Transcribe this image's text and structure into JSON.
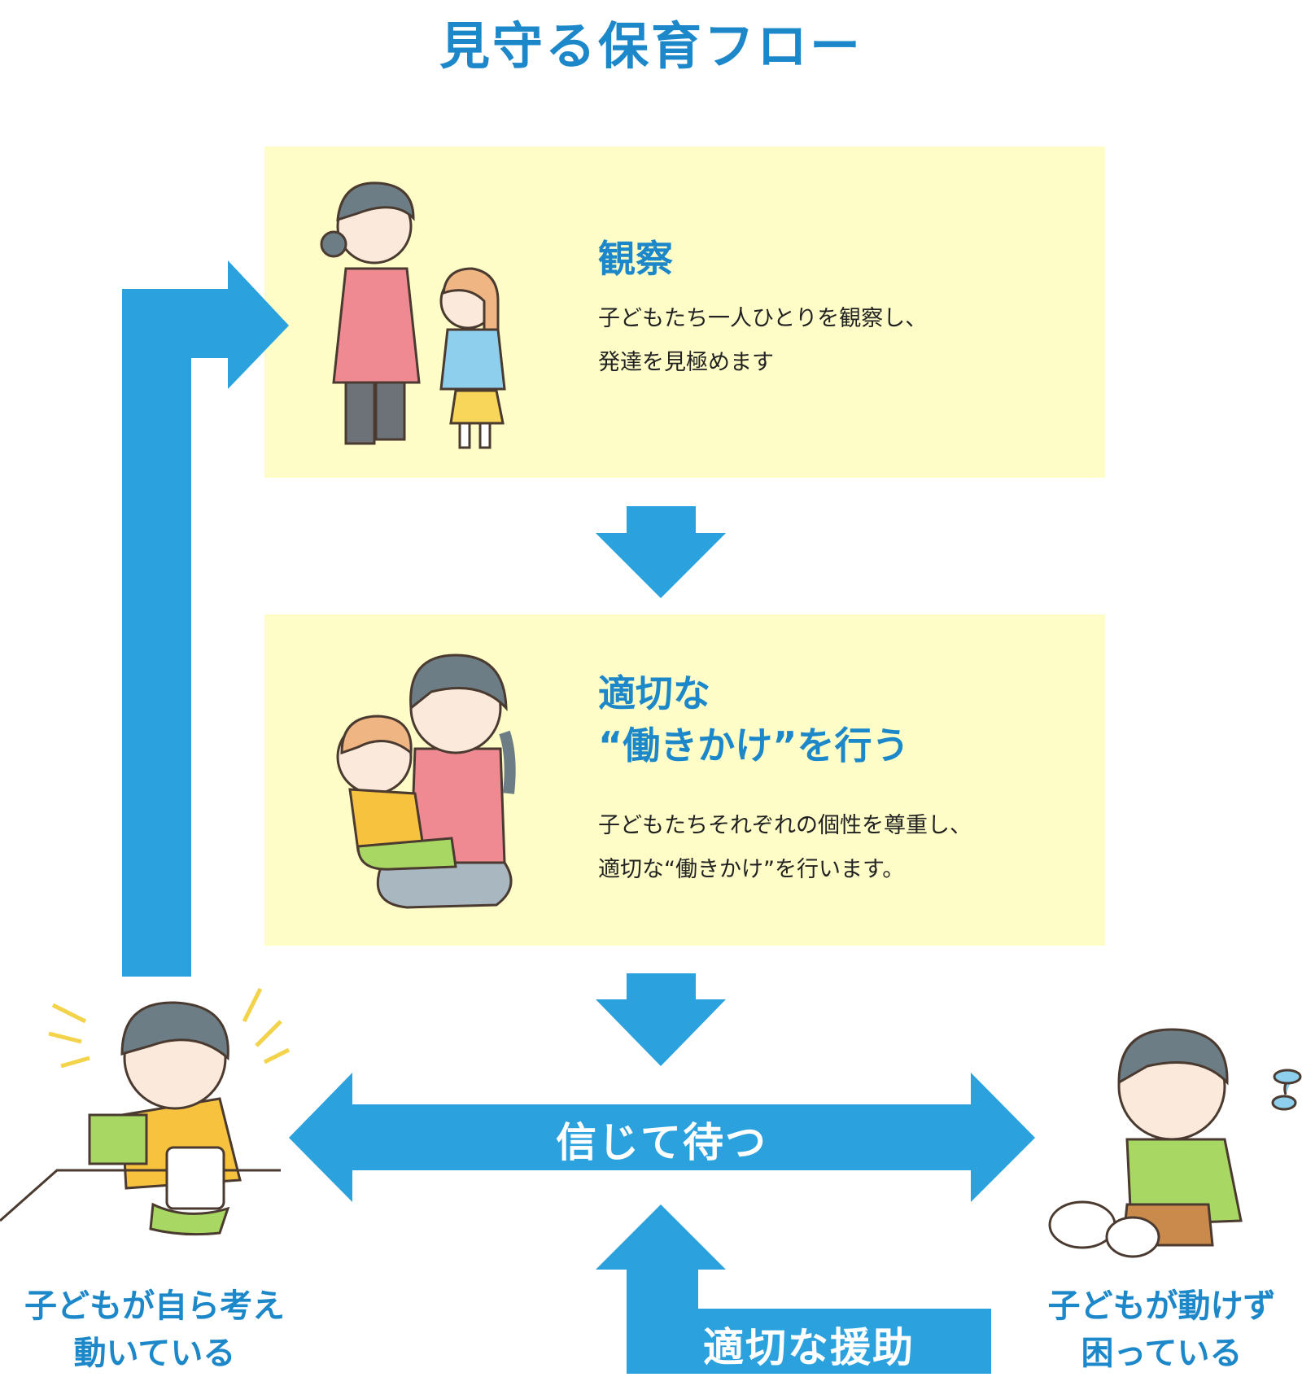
{
  "title": "見守る保育フロー",
  "steps": [
    {
      "heading": "観察",
      "description": "子どもたち一人ひとりを観察し、\n発達を見極めます"
    },
    {
      "heading": "適切な\n“働きかけ”を行う",
      "description": "子どもたちそれぞれの個性を尊重し、\n適切な“働きかけ”を行います。"
    }
  ],
  "wait_label": "信じて待つ",
  "support_label": "適切な援助",
  "left_outcome": "子どもが自ら考え\n動いている",
  "right_outcome": "子どもが動けず\n困っている",
  "colors": {
    "accent_blue": "#2ba1de",
    "text_blue": "#1d88c9",
    "panel_yellow": "#fefdc8"
  }
}
